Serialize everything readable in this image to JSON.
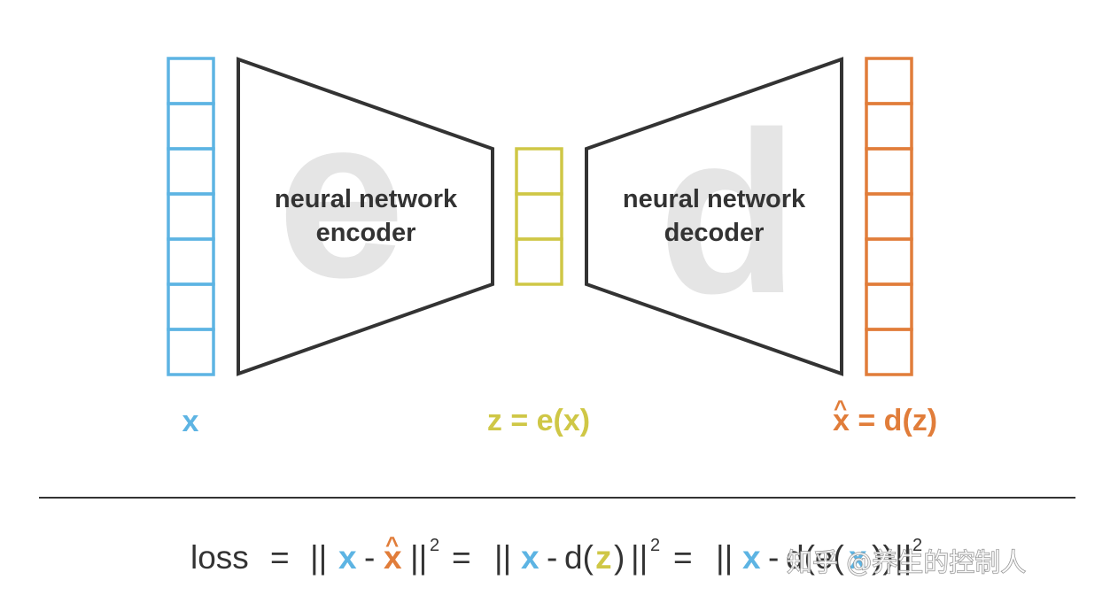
{
  "colors": {
    "input": "#5db4e3",
    "latent": "#cfc746",
    "output": "#e17d3a",
    "dark": "#333333",
    "watermark_letters": "#e5e5e5"
  },
  "input_cells": 7,
  "latent_cells": 3,
  "output_cells": 7,
  "encoder": {
    "line1": "neural network",
    "line2": "encoder",
    "bg_letter": "e"
  },
  "decoder": {
    "line1": "neural network",
    "line2": "decoder",
    "bg_letter": "d"
  },
  "labels": {
    "x": "x",
    "z": "z = e(x)",
    "xhat": "x",
    "xhat_hat": "^",
    "xhat_rest": " = d(z)"
  },
  "formula": {
    "loss": "loss",
    "eq": "=",
    "norm_open": "||",
    "norm_close": "||",
    "sq": "2",
    "x": "x",
    "minus": "-",
    "xhat": "x",
    "hat": "^",
    "d_open": "d(",
    "z": "z",
    "close_paren": ")",
    "de_open": "d(e(",
    "double_close": "))"
  },
  "watermark": "知乎 @养生的控制人"
}
